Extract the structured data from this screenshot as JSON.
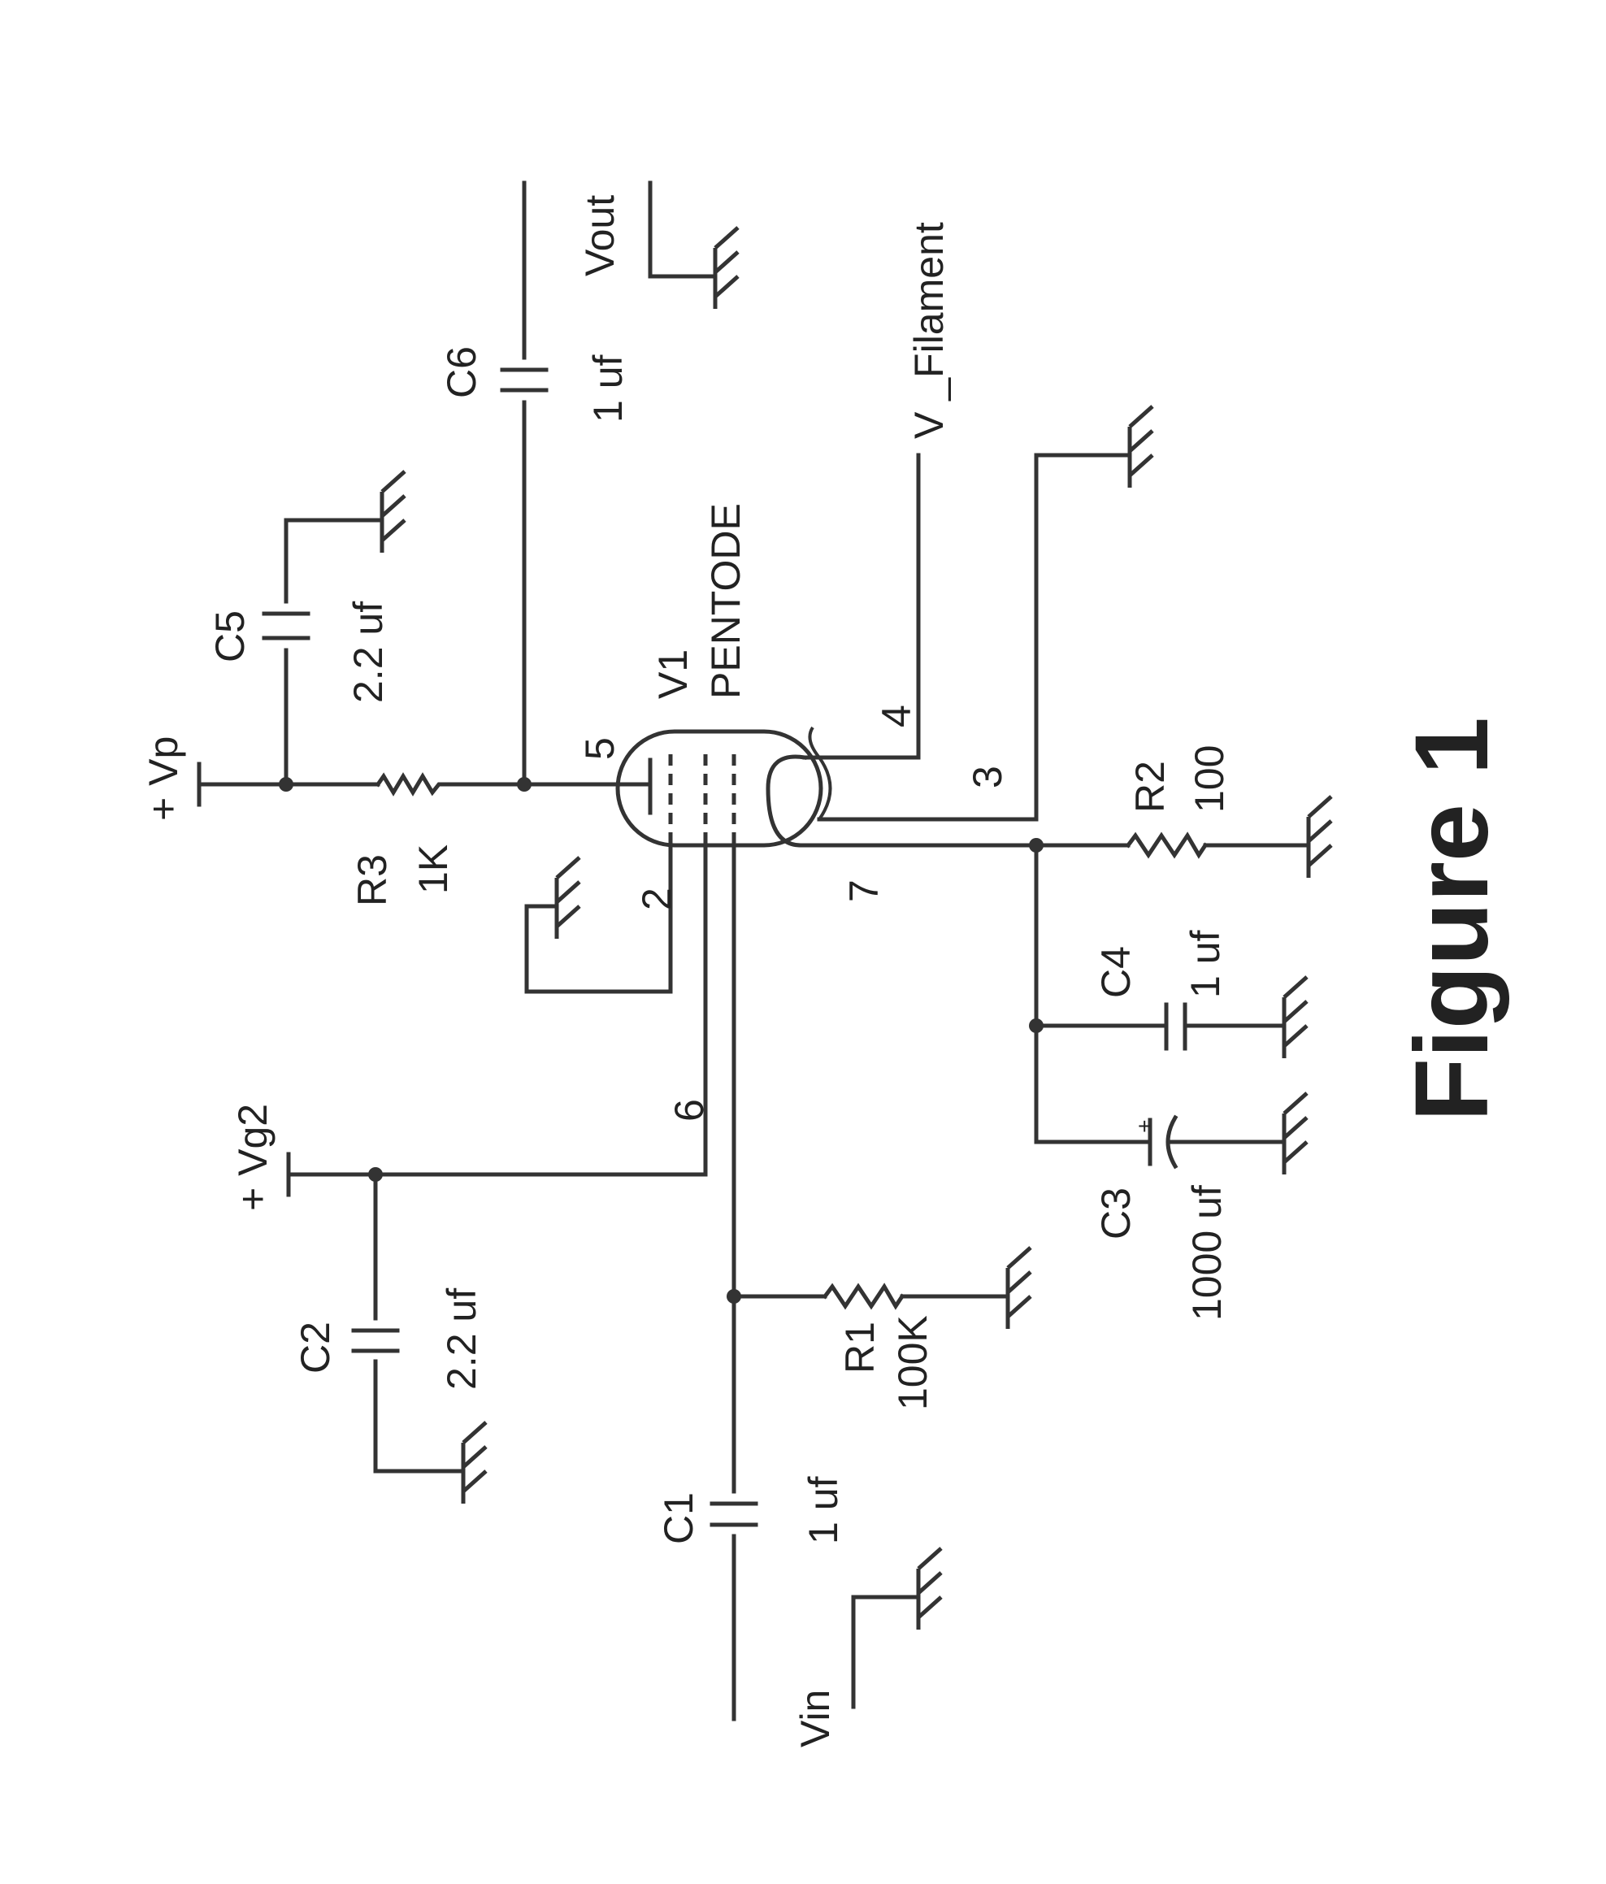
{
  "figure": {
    "caption": "Figure 1"
  },
  "supplies": {
    "vp": "+ Vp",
    "vg2": "+ Vg2",
    "filament": "V _Filament"
  },
  "ports": {
    "vin": "Vin",
    "vout": "Vout"
  },
  "tube": {
    "ref": "V1",
    "type": "PENTODE"
  },
  "pins": {
    "p2": "2",
    "p3": "3",
    "p4": "4",
    "p5": "5",
    "p6": "6",
    "p7": "7"
  },
  "components": {
    "C1": {
      "ref": "C1",
      "value": "1 uf"
    },
    "C2": {
      "ref": "C2",
      "value": "2.2 uf"
    },
    "C3": {
      "ref": "C3",
      "value": "1000 uf"
    },
    "C4": {
      "ref": "C4",
      "value": "1 uf"
    },
    "C5": {
      "ref": "C5",
      "value": "2.2 uf"
    },
    "C6": {
      "ref": "C6",
      "value": "1 uf"
    },
    "R1": {
      "ref": "R1",
      "value": "100K"
    },
    "R2": {
      "ref": "R2",
      "value": "100"
    },
    "R3": {
      "ref": "R3",
      "value": "1K"
    }
  },
  "colors": {
    "ink": "#333333",
    "background": "#ffffff"
  }
}
